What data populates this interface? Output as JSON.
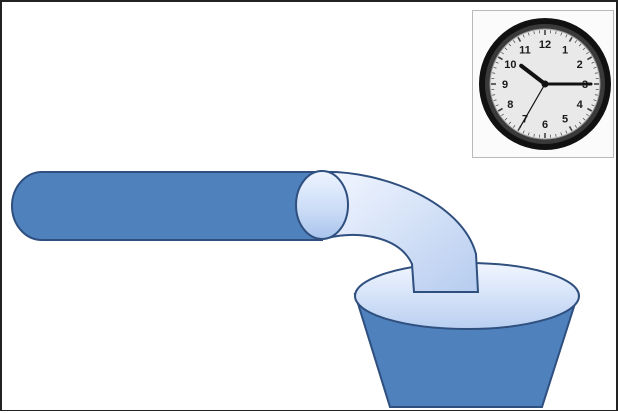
{
  "scene": {
    "background": "#ffffff",
    "frame_color": "#222222",
    "pipe_color": "#4f81bd",
    "pipe_dark": "#2f4f7f",
    "water_light": "#dce8fb",
    "water_mid": "#b7cdf2",
    "bucket_color": "#4f81bd"
  },
  "clock": {
    "icon": "wall-clock-icon",
    "numerals": [
      "12",
      "1",
      "2",
      "3",
      "4",
      "5",
      "6",
      "7",
      "8",
      "9",
      "10",
      "11"
    ],
    "hour": 10,
    "minute": 15,
    "second": 35
  }
}
